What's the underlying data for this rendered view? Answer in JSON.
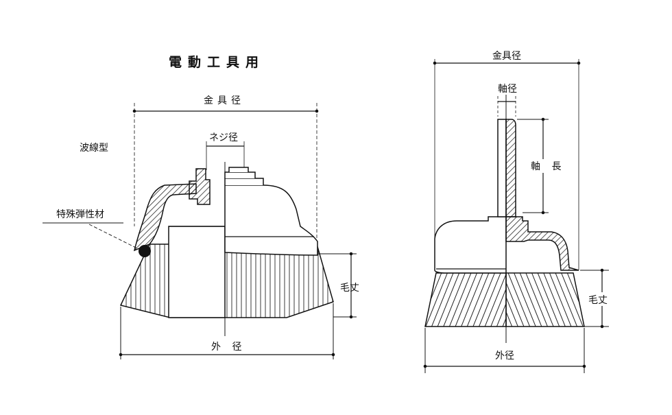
{
  "left_figure": {
    "title": "電動工具用",
    "labels": {
      "fitting_diameter": "金具径",
      "screw_diameter": "ネジ径",
      "wave_type": "波線型",
      "special_elastic": "特殊弾性材",
      "bristle_length": "毛丈",
      "outer_diameter": "外 径"
    }
  },
  "right_figure": {
    "labels": {
      "fitting_diameter": "金具径",
      "shaft_diameter": "軸径",
      "shaft_length": "軸 長",
      "bristle_length": "毛丈",
      "outer_diameter": "外径"
    }
  }
}
